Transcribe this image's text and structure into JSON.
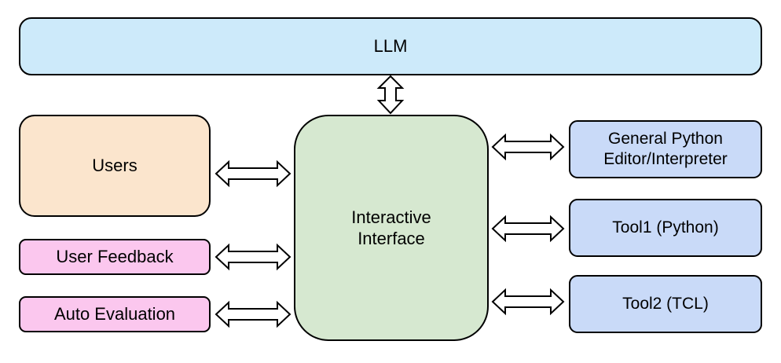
{
  "colors": {
    "llm": "#cdeafa",
    "users": "#fbe5cd",
    "feedback": "#fbc7ee",
    "interface": "#d6e8d0",
    "tools": "#c9daf8",
    "stroke": "#000000"
  },
  "llm": {
    "label": "LLM"
  },
  "users": {
    "label": "Users"
  },
  "user_feedback": {
    "label": "User Feedback"
  },
  "auto_evaluation": {
    "label": "Auto Evaluation"
  },
  "interface": {
    "line1": "Interactive",
    "line2": "Interface"
  },
  "python_editor": {
    "line1": "General Python",
    "line2": "Editor/Interpreter"
  },
  "tool1": {
    "label": "Tool1 (Python)"
  },
  "tool2": {
    "label": "Tool2 (TCL)"
  },
  "connectors": [
    {
      "name": "llm-interface-arrow",
      "direction": "vertical"
    },
    {
      "name": "users-interface-arrow",
      "direction": "horizontal"
    },
    {
      "name": "feedback-interface-arrow",
      "direction": "horizontal"
    },
    {
      "name": "autoeval-interface-arrow",
      "direction": "horizontal"
    },
    {
      "name": "interface-python-arrow",
      "direction": "horizontal"
    },
    {
      "name": "interface-tool1-arrow",
      "direction": "horizontal"
    },
    {
      "name": "interface-tool2-arrow",
      "direction": "horizontal"
    }
  ]
}
